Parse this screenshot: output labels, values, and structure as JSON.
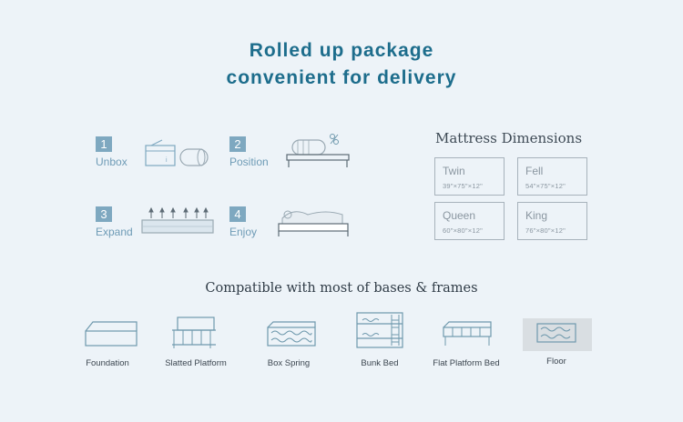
{
  "headline": {
    "line1": "Rolled up package",
    "line2": "convenient for delivery"
  },
  "steps": [
    {
      "number": "1",
      "label": "Unbox"
    },
    {
      "number": "2",
      "label": "Position"
    },
    {
      "number": "3",
      "label": "Expand"
    },
    {
      "number": "4",
      "label": "Enjoy"
    }
  ],
  "dimensions": {
    "title": "Mattress Dimensions",
    "items": [
      {
        "name": "Twin",
        "size": "39\"×75\"×12\""
      },
      {
        "name": "Fell",
        "size": "54\"×75\"×12\""
      },
      {
        "name": "Queen",
        "size": "60\"×80\"×12\""
      },
      {
        "name": "King",
        "size": "76\"×80\"×12\""
      }
    ]
  },
  "compatibility": {
    "title": "Compatible with most of bases & frames",
    "bases": [
      {
        "label": "Foundation"
      },
      {
        "label": "Slatted Platform"
      },
      {
        "label": "Box Spring"
      },
      {
        "label": "Bunk Bed"
      },
      {
        "label": "Flat Platform Bed"
      },
      {
        "label": "Floor"
      }
    ]
  },
  "colors": {
    "accent": "#1d6d8c",
    "step_badge": "#7ea8c0",
    "line_icon": "#6f99ad",
    "background": "#edf3f8"
  }
}
